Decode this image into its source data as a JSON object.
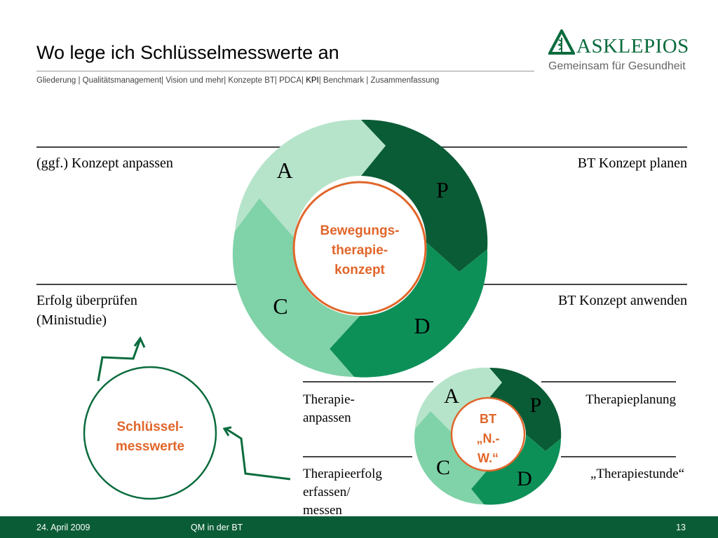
{
  "header": {
    "title": "Wo lege ich Schlüsselmesswerte an",
    "breadcrumb": [
      {
        "label": "Gliederung | Qualitätsmanagement| Vision und mehr| Konzepte BT| PDCA| ",
        "active": false
      },
      {
        "label": "KPI",
        "active": true
      },
      {
        "label": "| Benchmark | Zusammenfassung",
        "active": false
      }
    ]
  },
  "logo": {
    "name": "ASKLEPIOS",
    "tagline": "Gemeinsam für Gesundheit"
  },
  "big_cycle": {
    "center_lines": [
      "Bewegungs-",
      "therapie-",
      "konzept"
    ],
    "letters": {
      "a": "A",
      "p": "P",
      "c": "C",
      "d": "D"
    },
    "labels": {
      "top_left": "(ggf.) Konzept anpassen",
      "top_right": "BT Konzept planen",
      "bottom_left_1": "Erfolg überprüfen",
      "bottom_left_2": "(Ministudie)",
      "bottom_right": "BT Konzept anwenden"
    }
  },
  "small_cycle": {
    "center_lines": [
      "BT",
      "„N.-",
      "W.“"
    ],
    "letters": {
      "a": "A",
      "p": "P",
      "c": "C",
      "d": "D"
    },
    "labels": {
      "top_left_1": "Therapie-",
      "top_left_2": "anpassen",
      "top_right": "Therapieplanung",
      "bottom_left_1": "Therapieerfolg",
      "bottom_left_2": "erfassen/",
      "bottom_left_3": "messen",
      "bottom_right": "„Therapiestunde“"
    }
  },
  "key_metrics": {
    "lines": [
      "Schlüssel-",
      "messwerte"
    ]
  },
  "footer": {
    "date": "24. April 2009",
    "center": "QM in der BT",
    "page": "13"
  },
  "colors": {
    "dark_green": "#0a5c36",
    "mid_green": "#0d9058",
    "light_green": "#80d2a8",
    "pale_green": "#b6e4cb",
    "orange": "#e0662a"
  }
}
